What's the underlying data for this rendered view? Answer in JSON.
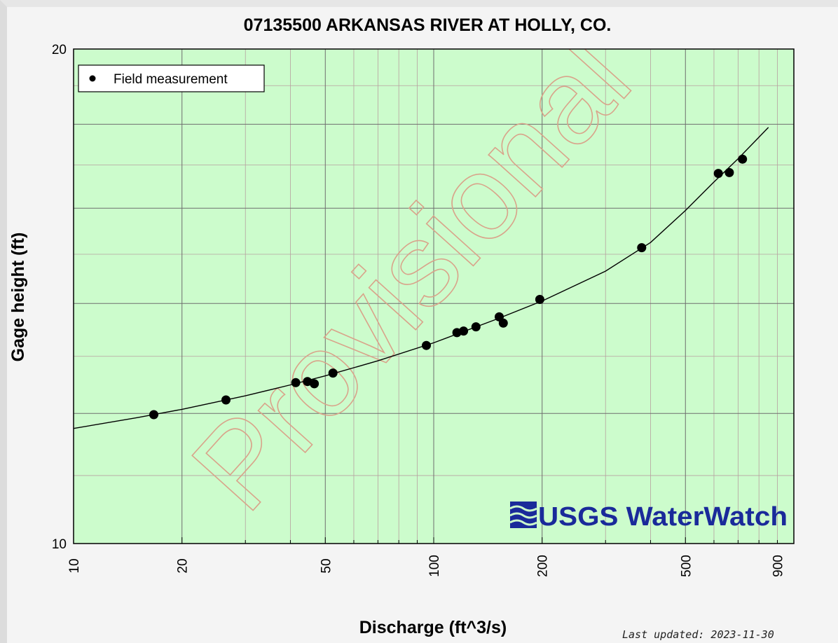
{
  "chart_data": {
    "type": "scatter",
    "title": "07135500 ARKANSAS RIVER AT HOLLY, CO.",
    "xlabel": "Discharge (ft^3/s)",
    "ylabel": "Gage height (ft)",
    "xscale": "log",
    "yscale": "log",
    "xlim": [
      10,
      1000
    ],
    "ylim": [
      10,
      20
    ],
    "x_ticks": [
      10,
      20,
      50,
      100,
      200,
      500,
      900
    ],
    "y_ticks": [
      10,
      20
    ],
    "grid": true,
    "legend": {
      "position": "top-left",
      "entries": [
        "Field measurement"
      ]
    },
    "series": [
      {
        "name": "Field measurement",
        "kind": "points",
        "color": "#000000",
        "x": [
          16.7,
          26.5,
          41.4,
          44.6,
          46.6,
          52.5,
          95.4,
          116,
          121,
          131,
          152,
          156,
          197,
          378,
          617,
          662,
          720
        ],
        "y": [
          11.98,
          12.23,
          12.53,
          12.55,
          12.51,
          12.7,
          13.2,
          13.44,
          13.47,
          13.55,
          13.74,
          13.62,
          14.08,
          15.14,
          16.8,
          16.82,
          17.14
        ]
      },
      {
        "kind": "rating-curve",
        "color": "#000000",
        "x": [
          10,
          15,
          20,
          30,
          40,
          50,
          70,
          100,
          150,
          200,
          300,
          400,
          500,
          600,
          700,
          850
        ],
        "y": [
          11.75,
          11.93,
          12.07,
          12.3,
          12.49,
          12.65,
          12.92,
          13.25,
          13.7,
          14.05,
          14.65,
          15.25,
          15.95,
          16.6,
          17.15,
          17.92
        ]
      }
    ],
    "watermark": "Provisional",
    "colors": {
      "plot_bg": "#ccfccc",
      "grid_major": "#6e6e6e",
      "grid_minor": "#b7a0a0",
      "watermark": "#d9a38a",
      "logo": "#1a2a9a"
    }
  },
  "logo": {
    "text": "USGS WaterWatch",
    "icon": "usgs-wave-icon"
  },
  "footer": {
    "last_updated": "Last updated: 2023-11-30"
  }
}
